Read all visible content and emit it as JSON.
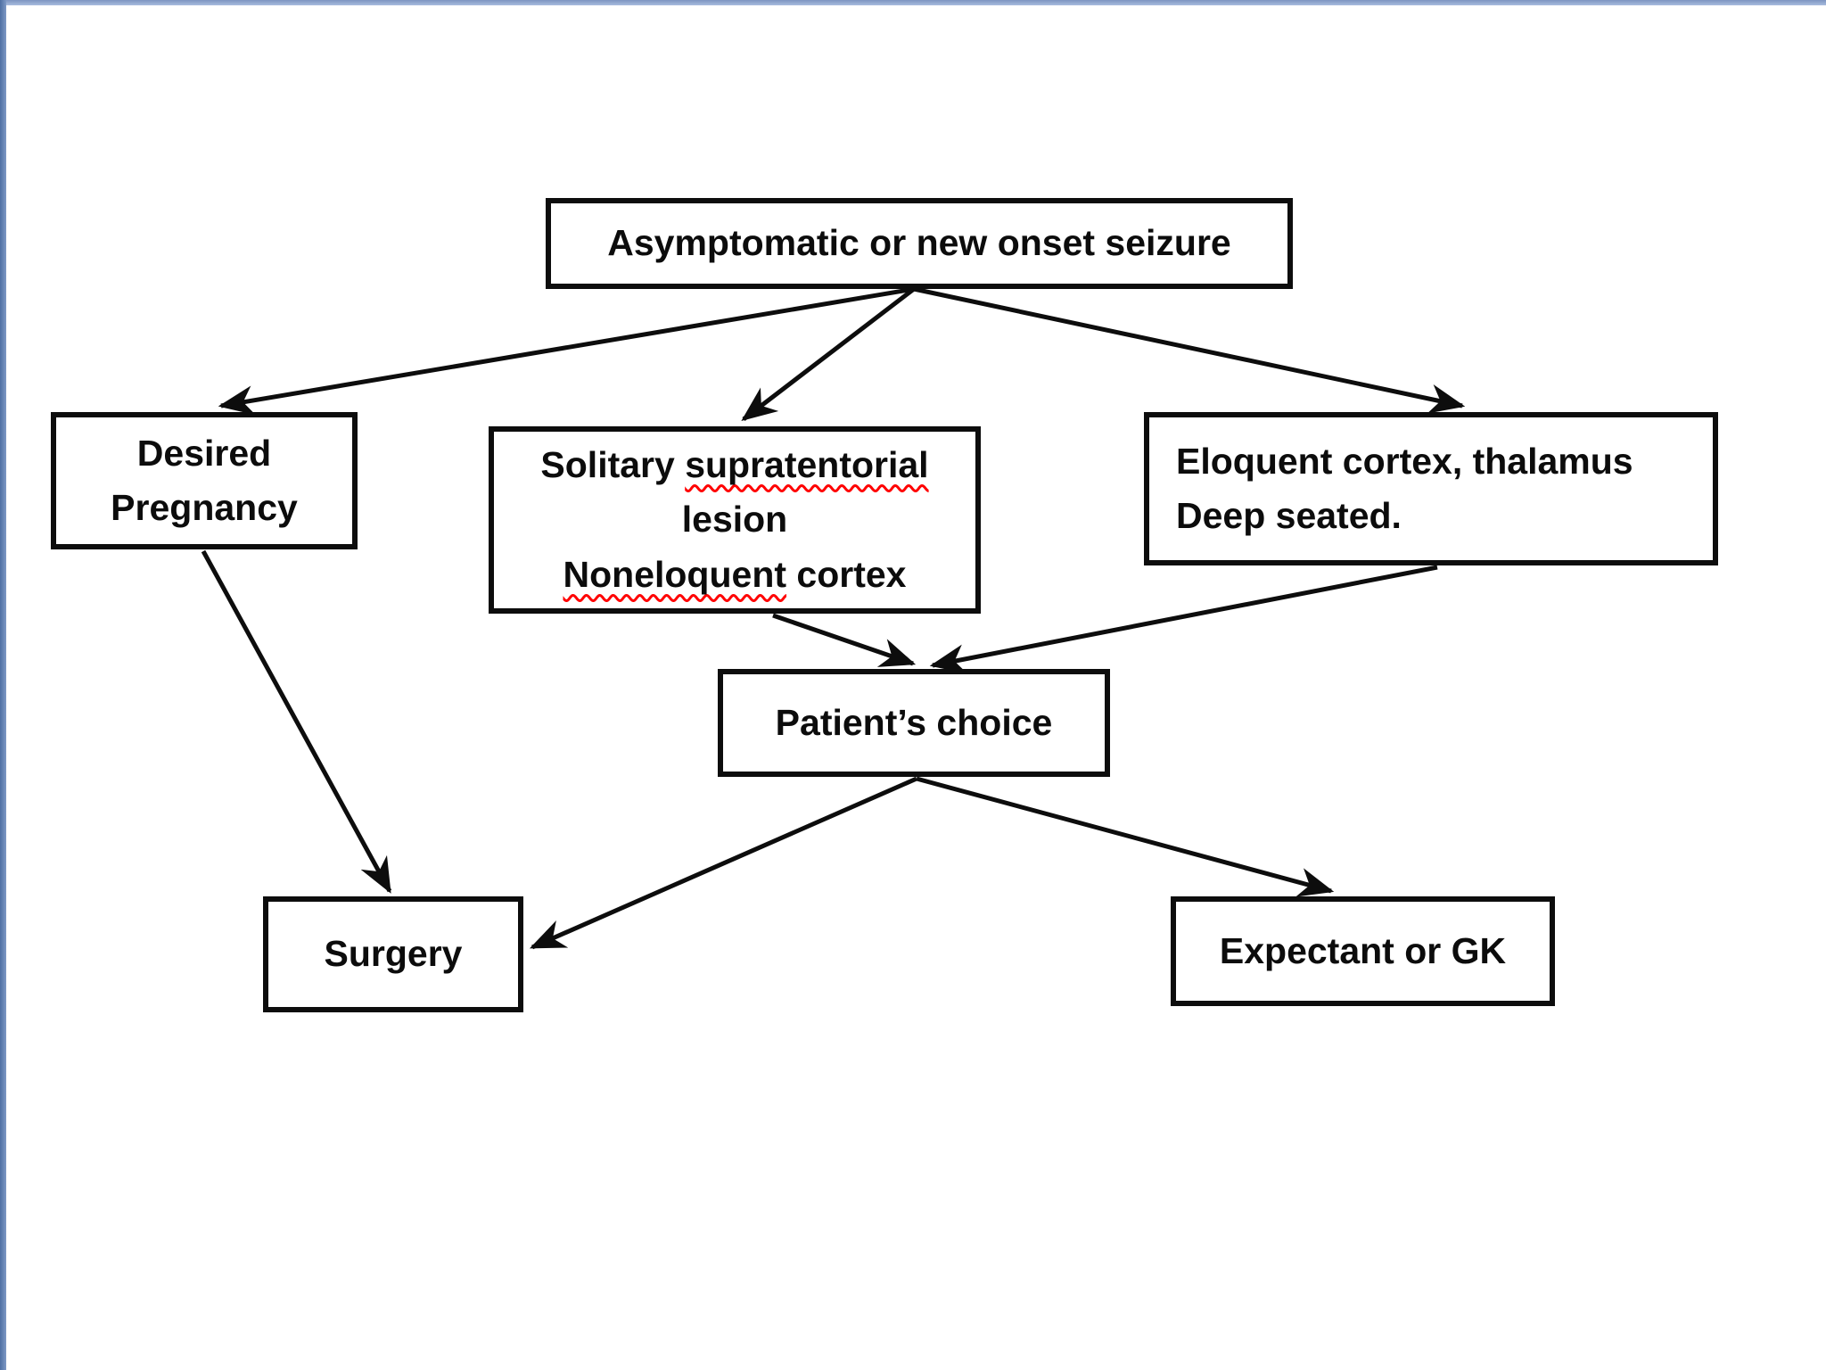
{
  "diagram": {
    "type": "flowchart",
    "title": "Asymptomatic or new onset seizure management flowchart",
    "colors": {
      "background": "#ffffff",
      "box_fill": "#ffffff",
      "box_border": "#0d0d0d",
      "text": "#0c0c0c",
      "arrow": "#0d0d0d",
      "spellcheck_underline": "#ff0000",
      "slide_edge_top": "#8ba3cc",
      "slide_edge_left": "#5b7db0"
    },
    "nodes": {
      "seizure": {
        "label": "Asymptomatic or new onset seizure"
      },
      "pregnancy": {
        "line1": "Desired",
        "line2": "Pregnancy"
      },
      "solitary": {
        "line1_text": "Solitary ",
        "line1_word": "supratentorial",
        "line2": "lesion",
        "line3_word": "Noneloquent",
        "line3_text": " cortex"
      },
      "eloquent": {
        "line1": "Eloquent cortex, thalamus",
        "line2": "Deep seated."
      },
      "patient": {
        "label": "Patient’s choice"
      },
      "surgery": {
        "label": "Surgery"
      },
      "expectant": {
        "label": "Expectant or GK"
      }
    },
    "edges": [
      {
        "from": "seizure",
        "to": "pregnancy"
      },
      {
        "from": "seizure",
        "to": "solitary"
      },
      {
        "from": "seizure",
        "to": "eloquent"
      },
      {
        "from": "solitary",
        "to": "patient"
      },
      {
        "from": "eloquent",
        "to": "patient"
      },
      {
        "from": "pregnancy",
        "to": "surgery"
      },
      {
        "from": "patient",
        "to": "surgery"
      },
      {
        "from": "patient",
        "to": "expectant"
      }
    ]
  }
}
